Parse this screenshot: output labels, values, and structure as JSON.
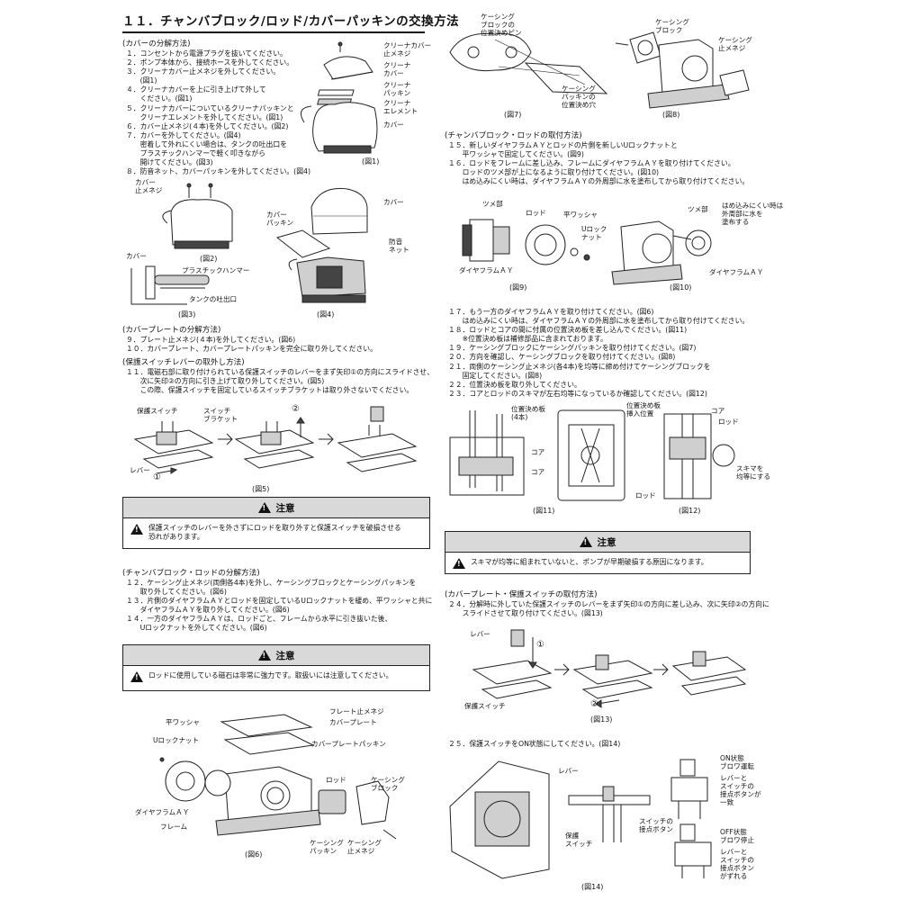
{
  "title": "１１．チャンバブロック/ロッド/カバーパッキンの交換方法",
  "cover_disassembly": {
    "heading": "(カバーの分解方法)",
    "lines": [
      "１．コンセントから電源プラグを抜いてください。",
      "２．ポンプ本体から、接続ホースを外してください。",
      "３．クリーナカバー止メネジを外してください。",
      "　　(図1)",
      "４．クリーナカバーを上に引き上げて外して",
      "　　ください。(図1)",
      "５．クリーナカバーについているクリーナパッキンと",
      "　　クリーナエレメントを外してください。(図1)",
      "６．カバー止メネジ(４本)を外してください。(図2)",
      "７．カバーを外してください。(図4)",
      "　　密着して外れにくい場合は、タンクの吐出口を",
      "　　プラスチックハンマーで軽く叩きながら",
      "　　開けてください。(図3)",
      "８．防音ネット、カバーパッキンを外してください。(図4)"
    ]
  },
  "fig1": {
    "caption": "(図1)",
    "labels": [
      "クリーナカバー\n止メネジ",
      "クリーナ\nカバー",
      "クリーナ\nパッキン",
      "クリーナ\nエレメント",
      "カバー"
    ]
  },
  "fig2": {
    "caption": "(図2)",
    "labels": [
      "カバー\n止メネジ"
    ]
  },
  "fig3": {
    "caption": "(図3)",
    "labels": [
      "カバー",
      "プラスチックハンマー",
      "タンクの吐出口"
    ]
  },
  "fig4": {
    "caption": "(図4)",
    "labels": [
      "カバー",
      "カバー\nパッキン",
      "防音\nネット"
    ]
  },
  "cover_plate_disassembly": {
    "heading": "(カバープレートの分解方法)",
    "lines": [
      "９．プレート止メネジ(４本)を外してください。(図6)",
      "１０．カバープレート、カバープレートパッキンを完全に取り外してください。"
    ]
  },
  "switch_lever_removal": {
    "heading": "(保護スイッチレバーの取外し方法)",
    "lines": [
      "１１．電磁石部に取り付けられている保護スイッチのレバーをまず矢印①の方向にスライドさせ、",
      "　　次に矢印②の方向に引き上げて取り外してください。(図5)",
      "　　この際、保護スイッチを固定しているスイッチブラケットは取り外さないでください。"
    ]
  },
  "fig5": {
    "caption": "(図5)",
    "labels": [
      "保護スイッチ",
      "スイッチ\nブラケット",
      "レバー"
    ],
    "arrows": [
      "①",
      "②"
    ]
  },
  "caution1": {
    "header": "注意",
    "text": "保護スイッチのレバーを外さずにロッドを取り外すと保護スイッチを破損させる\n恐れがあります。"
  },
  "chamber_disassembly": {
    "heading": "(チャンバブロック・ロッドの分解方法)",
    "lines": [
      "１２．ケーシング止メネジ(両側各4本)を外し、ケーシングブロックとケーシングパッキンを",
      "　　取り外してください。(図6)",
      "１３．片側のダイヤフラムＡＹとロッドを固定しているUロックナットを緩め、平ワッシャと共に",
      "　　ダイヤフラムＡＹを取り外してください。(図6)",
      "１４．一方のダイヤフラムＡＹは、ロッドごと、フレームから水平に引き抜いた後、",
      "　　Uロックナットを外してください。(図6)"
    ]
  },
  "caution2": {
    "header": "注意",
    "text": "ロッドに使用している磁石は非常に強力です。取扱いには注意してください。"
  },
  "fig6": {
    "caption": "(図6)",
    "labels": [
      "フレート止メネジ",
      "カバープレート",
      "平ワッシャ",
      "Uロックナット",
      "カバープレートパッキン",
      "ダイヤフラムＡＹ",
      "フレーム",
      "ロッド",
      "ケーシング\nブロック",
      "ケーシング\nパッキン",
      "ケーシング\n止メネジ"
    ]
  },
  "fig7": {
    "caption": "(図7)",
    "labels": [
      "ケーシング\nブロックの\n位置決めピン",
      "ケーシング\nパッキンの\n位置決め穴"
    ]
  },
  "fig8": {
    "caption": "(図8)",
    "labels": [
      "ケーシング\nブロック",
      "ケーシング\n止メネジ"
    ]
  },
  "chamber_install": {
    "heading": "(チャンバブロック・ロッドの取付方法)",
    "lines": [
      "１５．新しいダイヤフラムＡＹとロッドの片側を新しいUロックナットと",
      "　　平ワッシャで固定してください。(図9)",
      "１６．ロッドをフレームに差し込み、フレームにダイヤフラムＡＹを取り付けてください。",
      "　　ロッドのツメ部が上になるように取り付けてください。(図10)",
      "　　はめ込みにくい時は、ダイヤフラムＡＹの外周部に水を塗布してから取り付けてください。"
    ]
  },
  "fig9": {
    "caption": "(図9)",
    "labels": [
      "ツメ部",
      "ロッド",
      "平ワッシャ",
      "Uロック\nナット",
      "ダイヤフラムＡＹ"
    ]
  },
  "fig10": {
    "caption": "(図10)",
    "labels": [
      "ツメ部",
      "はめ込みにくい時は\n外周部に水を\n塗布する",
      "ダイヤフラムＡＹ"
    ]
  },
  "steps17": {
    "lines": [
      "１７．もう一方のダイヤフラムＡＹを取り付けてください。(図6)",
      "　　はめ込みにくい時は、ダイヤフラムＡＹの外周部に水を塗布してから取り付けてください。",
      "１８．ロッドとコアの間に付属の位置決め板を差し込んでください。(図11)",
      "　　※位置決め板は補修部品に含まれております。",
      "１９．ケーシングブロックにケーシングパッキンを取り付けてください。(図7)",
      "２０．方向を確認し、ケーシングブロックを取り付けてください。(図8)",
      "２１．両側のケーシング止メネジ(各4本)を均等に締め付けてケーシングブロックを",
      "　　固定してください。(図8)",
      "２２．位置決め板を取り外してください。",
      "２３．コアとロッドのスキマが左右均等になっているか確認してください。(図12)"
    ]
  },
  "fig11": {
    "caption": "(図11)",
    "labels": [
      "位置決め板\n(4本)",
      "位置決め板\n挿入位置",
      "コア",
      "コア",
      "ロッド"
    ]
  },
  "fig12": {
    "caption": "(図12)",
    "labels": [
      "コア",
      "ロッド",
      "スキマを\n均等にする"
    ]
  },
  "caution3": {
    "header": "注意",
    "text": "スキマが均等に組まれていないと、ポンプが早期破損する原因になります。"
  },
  "cover_plate_install": {
    "heading": "(カバープレート・保護スイッチの取付方法)",
    "lines": [
      "２４．分解時に外していた保護スイッチのレバーをまず矢印①の方向に差し込み、次に矢印②の方向に",
      "　　スライドさせて取り付けてください。(図13)"
    ]
  },
  "fig13": {
    "caption": "(図13)",
    "labels": [
      "レバー",
      "保護スイッチ"
    ],
    "arrows": [
      "①",
      "②"
    ]
  },
  "step25": {
    "line": "２５．保護スイッチをON状態にしてください。(図14)"
  },
  "fig14": {
    "caption": "(図14)",
    "labels": [
      "レバー",
      "保護\nスイッチ",
      "ON状態\nブロワ運転",
      "レバーと\nスイッチの\n接点ボタンが\n一致",
      "スイッチの\n接点ボタン",
      "OFF状態\nブロワ停止",
      "レバーと\nスイッチの\n接点ボタン\nがずれる"
    ]
  }
}
